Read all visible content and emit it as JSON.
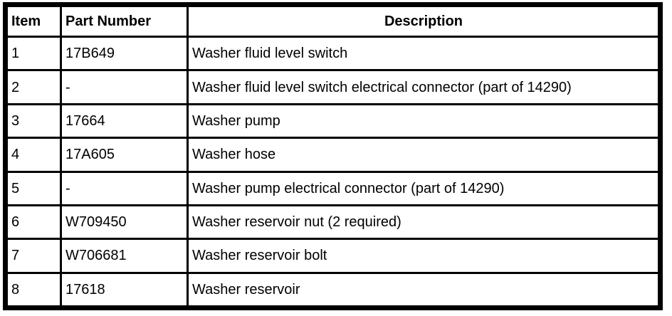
{
  "colors": {
    "border": "#000000",
    "background": "#ffffff",
    "text": "#000000"
  },
  "table": {
    "headers": {
      "item": "Item",
      "part_number": "Part Number",
      "description": "Description"
    },
    "rows": [
      {
        "item": "1",
        "part_number": "17B649",
        "description": "Washer fluid level switch"
      },
      {
        "item": "2",
        "part_number": "-",
        "description": "Washer fluid level switch electrical connector (part of 14290)"
      },
      {
        "item": "3",
        "part_number": "17664",
        "description": "Washer pump"
      },
      {
        "item": "4",
        "part_number": "17A605",
        "description": "Washer hose"
      },
      {
        "item": "5",
        "part_number": "-",
        "description": "Washer pump electrical connector (part of 14290)"
      },
      {
        "item": "6",
        "part_number": "W709450",
        "description": "Washer reservoir nut (2 required)"
      },
      {
        "item": "7",
        "part_number": "W706681",
        "description": "Washer reservoir bolt"
      },
      {
        "item": "8",
        "part_number": "17618",
        "description": "Washer reservoir"
      }
    ]
  }
}
